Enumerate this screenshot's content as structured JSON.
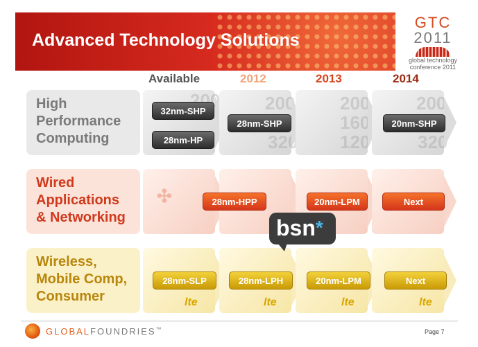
{
  "header": {
    "title": "Advanced Technology Solutions"
  },
  "logo": {
    "line1": "GTC",
    "line2": "2011",
    "line3": "global technology",
    "line4": "conference 2011"
  },
  "columns": [
    {
      "label": "Available",
      "color": "#555555"
    },
    {
      "label": "2012",
      "color": "#f2a47a"
    },
    {
      "label": "2013",
      "color": "#d8431c"
    },
    {
      "label": "2014",
      "color": "#9c2a12"
    }
  ],
  "rows": {
    "hpc": {
      "label_lines": [
        "High",
        "Performance",
        "Computing"
      ],
      "label_color": "#7a7a7a",
      "available": [
        "32nm-SHP",
        "28nm-HP"
      ],
      "y2012": "28nm-SHP",
      "y2014": "20nm-SHP",
      "gauge_digits": [
        "200",
        "160",
        "120",
        "320"
      ]
    },
    "wired": {
      "label_lines": [
        "Wired",
        "Applications",
        "& Networking"
      ],
      "label_color": "#d0391c",
      "y2012": "28nm-HPP",
      "y2013": "20nm-LPM",
      "y2014": "Next"
    },
    "wireless": {
      "label_lines": [
        "Wireless,",
        "Mobile Comp,",
        "Consumer"
      ],
      "label_color": "#b8860b",
      "available": "28nm-SLP",
      "y2012": "28nm-LPH",
      "y2013": "20nm-LPM",
      "y2014": "Next",
      "badge": "lte"
    }
  },
  "watermark": {
    "text": "bsn",
    "mark": "*"
  },
  "footer": {
    "brand_a": "GLOBAL",
    "brand_b": "FOUNDRIES",
    "tm": "™",
    "page": "Page 7"
  }
}
